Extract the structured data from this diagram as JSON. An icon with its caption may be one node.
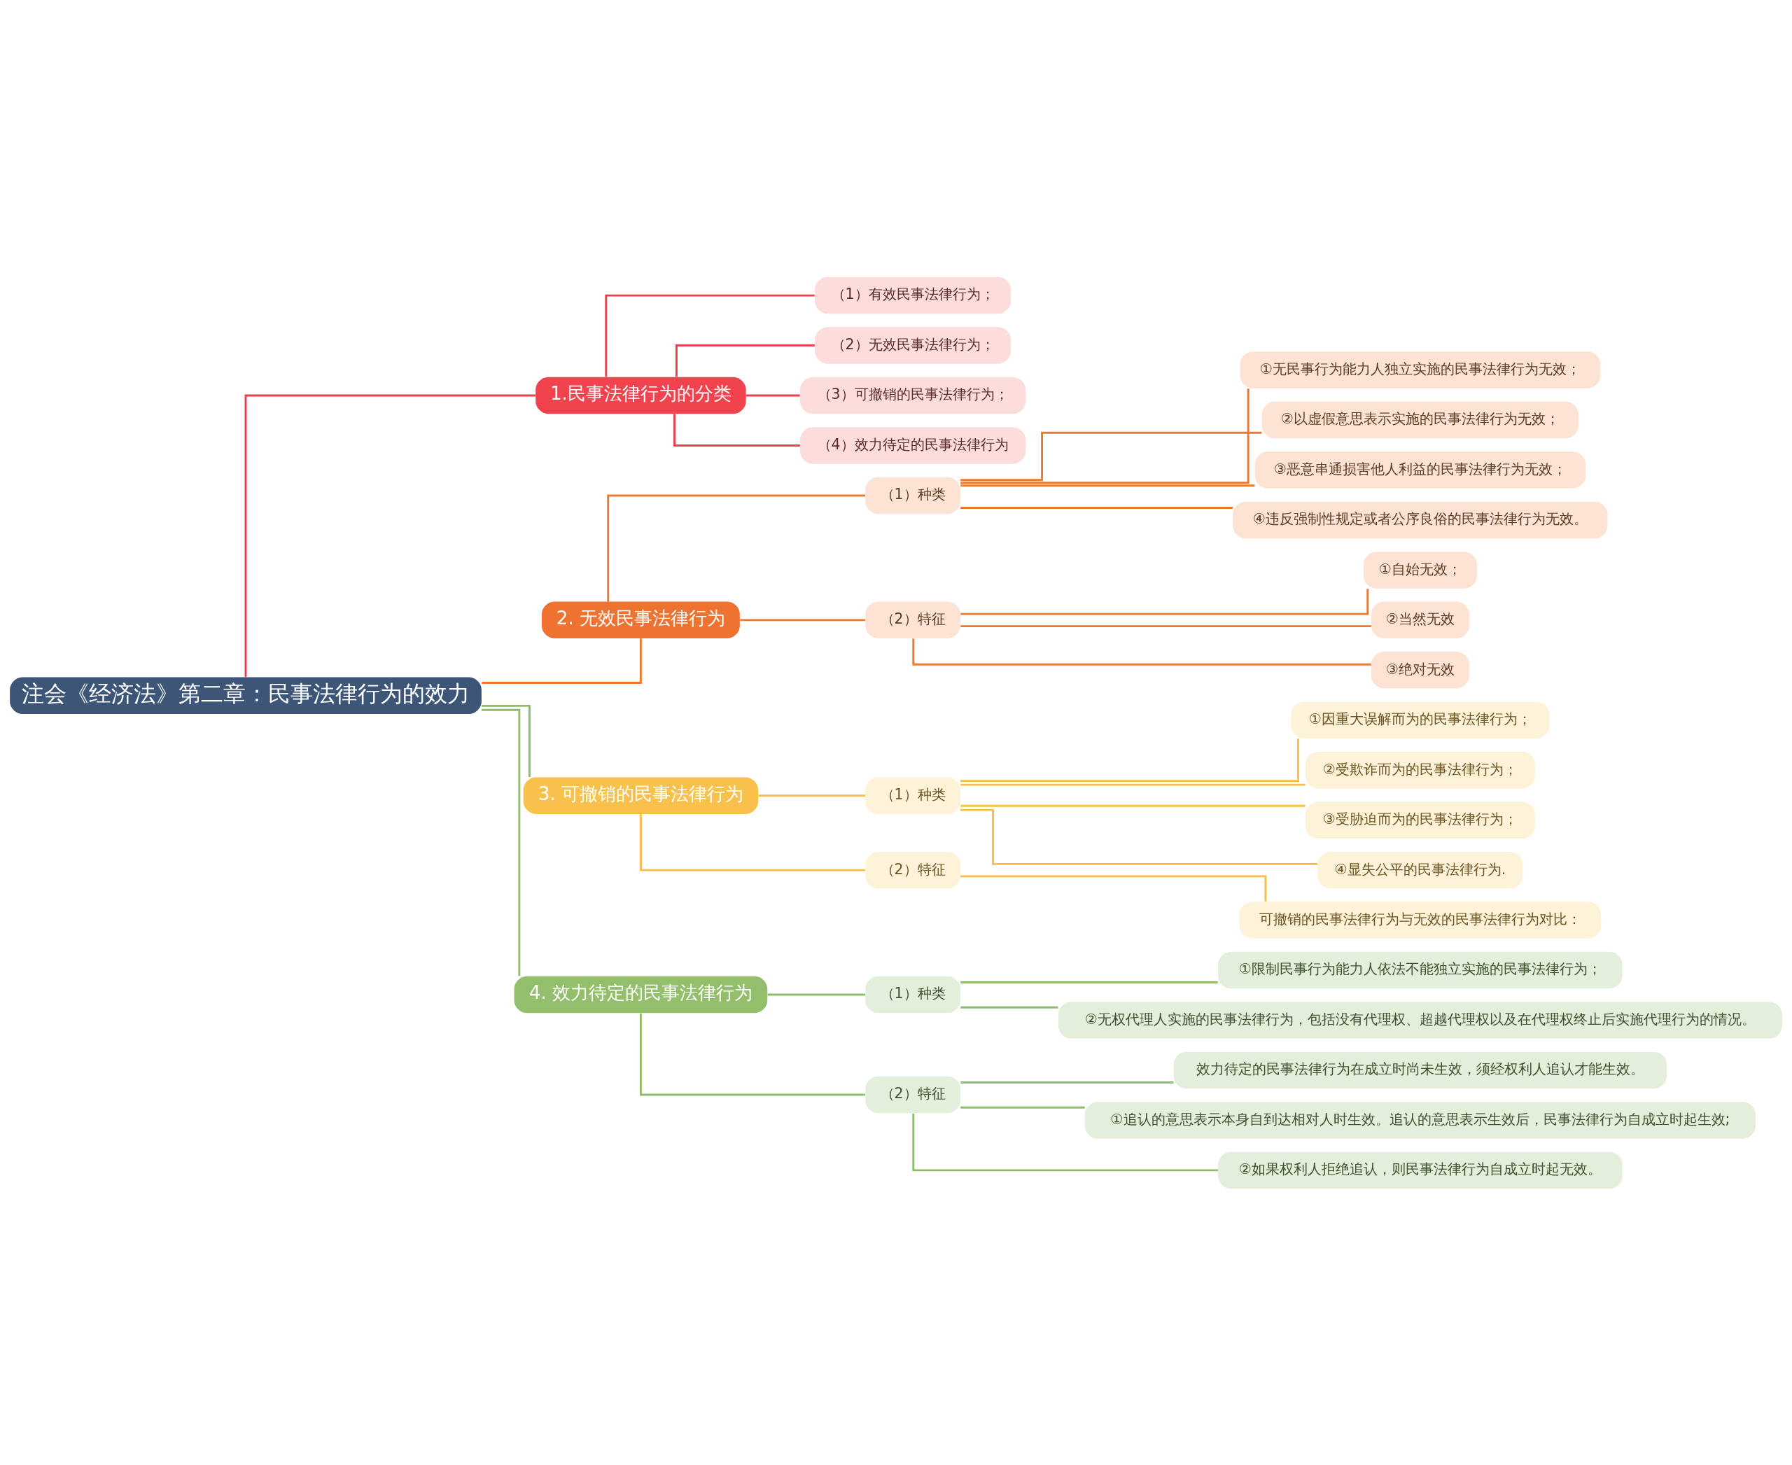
{
  "diagram": {
    "nodes": [
      {
        "text": [
          "注会《经济法》第二章：民事法律行为的效力"
        ]
      },
      {
        "text": [
          "1.民事法律行为的分类"
        ]
      },
      {
        "text": [
          "（1）有效民事法律行为；"
        ]
      },
      {
        "text": [
          "（2）无效民事法律行为；"
        ]
      },
      {
        "text": [
          "（3）可撤销的民事法律行为；"
        ]
      },
      {
        "text": [
          "（4）效力待定的民事法律行为"
        ]
      },
      {
        "text": [
          "2. 无效民事法律行为"
        ]
      },
      {
        "text": [
          "（1）种类"
        ]
      },
      {
        "text": [
          "①无民事行为能力人独立实施的民事法律行为无效；"
        ]
      },
      {
        "text": [
          "②以虚假意思表示实施的民事法律行为无效；"
        ]
      },
      {
        "text": [
          "③恶意串通损害他人利益的民事法律行为无效；"
        ]
      },
      {
        "text": [
          "④违反强制性规定或者公序良俗的民事法律行为无效。"
        ]
      },
      {
        "text": [
          "（2）特征"
        ]
      },
      {
        "text": [
          "①自始无效；"
        ]
      },
      {
        "text": [
          "②当然无效"
        ]
      },
      {
        "text": [
          "③绝对无效"
        ]
      },
      {
        "text": [
          "3. 可撤销的民事法律行为"
        ]
      },
      {
        "text": [
          "（1）种类"
        ]
      },
      {
        "text": [
          "①因重大误解而为的民事法律行为；"
        ]
      },
      {
        "text": [
          "②受欺诈而为的民事法律行为；"
        ]
      },
      {
        "text": [
          "③受胁迫而为的民事法律行为；"
        ]
      },
      {
        "text": [
          "④显失公平的民事法律行为."
        ]
      },
      {
        "text": [
          "（2）特征"
        ]
      },
      {
        "text": [
          "可撤销的民事法律行为与无效的民事法律行为对比："
        ]
      },
      {
        "text": [
          "4. 效力待定的民事法律行为"
        ]
      },
      {
        "text": [
          "（1）种类"
        ]
      },
      {
        "text": [
          "①限制民事行为能力人依法不能独立实施的民事法律行为；"
        ]
      },
      {
        "text": [
          "②无权代理人实施的民事法律行为，包括没有代理权、超越代理权以及在代理权终止后实施代理行为的情况。"
        ]
      },
      {
        "text": [
          "（2）特征"
        ]
      },
      {
        "text": [
          "效力待定的民事法律行为在成立时尚未生效，须经权利人追认才能生效。"
        ]
      },
      {
        "text": [
          "①追认的意思表示本身自到达相对人时生效。追认的意思表示生效后，民事法律行为自成立时起生效;"
        ]
      },
      {
        "text": [
          "②如果权利人拒绝追认，则民事法律行为自成立时起无效。"
        ]
      }
    ],
    "edges": [
      {
        "from": 0,
        "to": 1,
        "arrow": "none",
        "color": "#e8414c"
      },
      {
        "from": 1,
        "to": 2,
        "arrow": "none",
        "color": "#e8414c"
      },
      {
        "from": 1,
        "to": 3,
        "arrow": "none",
        "color": "#e8414c"
      },
      {
        "from": 1,
        "to": 4,
        "arrow": "none",
        "color": "#e8414c"
      },
      {
        "from": 1,
        "to": 5,
        "arrow": "none",
        "color": "#e8414c"
      },
      {
        "from": 0,
        "to": 6,
        "arrow": "none",
        "color": "#ea7a2f"
      },
      {
        "from": 6,
        "to": 7,
        "arrow": "none",
        "color": "#ea7a2f"
      },
      {
        "from": 7,
        "to": 8,
        "arrow": "none",
        "color": "#ea7a2f"
      },
      {
        "from": 7,
        "to": 9,
        "arrow": "none",
        "color": "#ea7a2f"
      },
      {
        "from": 7,
        "to": 10,
        "arrow": "none",
        "color": "#ea7a2f"
      },
      {
        "from": 7,
        "to": 11,
        "arrow": "none",
        "color": "#ea7a2f"
      },
      {
        "from": 6,
        "to": 12,
        "arrow": "none",
        "color": "#ea7a2f"
      },
      {
        "from": 12,
        "to": 13,
        "arrow": "none",
        "color": "#ea7a2f"
      },
      {
        "from": 12,
        "to": 14,
        "arrow": "none",
        "color": "#ea7a2f"
      },
      {
        "from": 12,
        "to": 15,
        "arrow": "none",
        "color": "#ea7a2f"
      },
      {
        "from": 0,
        "to": 16,
        "arrow": "none",
        "color": "#8fbc6a"
      },
      {
        "from": 16,
        "to": 17,
        "arrow": "none",
        "color": "#f5c04a"
      },
      {
        "from": 17,
        "to": 18,
        "arrow": "none",
        "color": "#f5c04a"
      },
      {
        "from": 17,
        "to": 19,
        "arrow": "none",
        "color": "#f5c04a"
      },
      {
        "from": 17,
        "to": 20,
        "arrow": "none",
        "color": "#f5c04a"
      },
      {
        "from": 17,
        "to": 21,
        "arrow": "none",
        "color": "#f5c04a"
      },
      {
        "from": 16,
        "to": 22,
        "arrow": "none",
        "color": "#f5c04a"
      },
      {
        "from": 22,
        "to": 23,
        "arrow": "none",
        "color": "#f5c04a"
      },
      {
        "from": 0,
        "to": 24,
        "arrow": "none",
        "color": "#8fbc6a"
      },
      {
        "from": 24,
        "to": 25,
        "arrow": "none",
        "color": "#8fbc6a"
      },
      {
        "from": 25,
        "to": 26,
        "arrow": "none",
        "color": "#8fbc6a"
      },
      {
        "from": 25,
        "to": 27,
        "arrow": "none",
        "color": "#8fbc6a"
      },
      {
        "from": 24,
        "to": 28,
        "arrow": "none",
        "color": "#8fbc6a"
      },
      {
        "from": 28,
        "to": 29,
        "arrow": "none",
        "color": "#8fbc6a"
      },
      {
        "from": 28,
        "to": 30,
        "arrow": "none",
        "color": "#8fbc6a"
      },
      {
        "from": 28,
        "to": 31,
        "arrow": "none",
        "color": "#8fbc6a"
      }
    ]
  }
}
